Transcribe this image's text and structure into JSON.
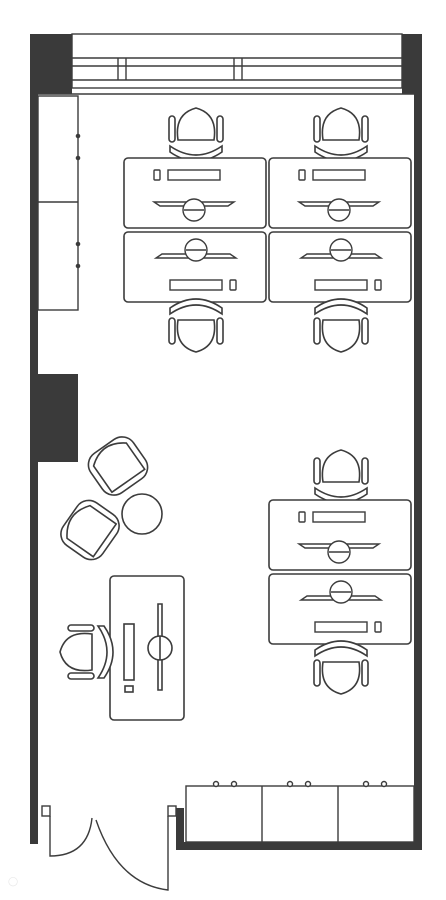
{
  "floor_plan": {
    "colors": {
      "wall": "#3a3a3a",
      "line": "#3c3c3c",
      "background": "#ffffff",
      "watermark": "#e6e6e6"
    },
    "rooms": [
      {
        "name": "office",
        "furniture": [
          "workstation-desk",
          "office-chair",
          "monitor",
          "computer-tower",
          "lounge-armchair",
          "round-coffee-table",
          "storage-cabinet",
          "wardrobe",
          "window",
          "door"
        ]
      }
    ],
    "workstation_desks": 6,
    "chairs": 7,
    "lounge_armchairs": 2,
    "round_tables": 1,
    "cabinets": 3
  },
  "watermark": {
    "text": "",
    "icon": "logo-icon"
  }
}
